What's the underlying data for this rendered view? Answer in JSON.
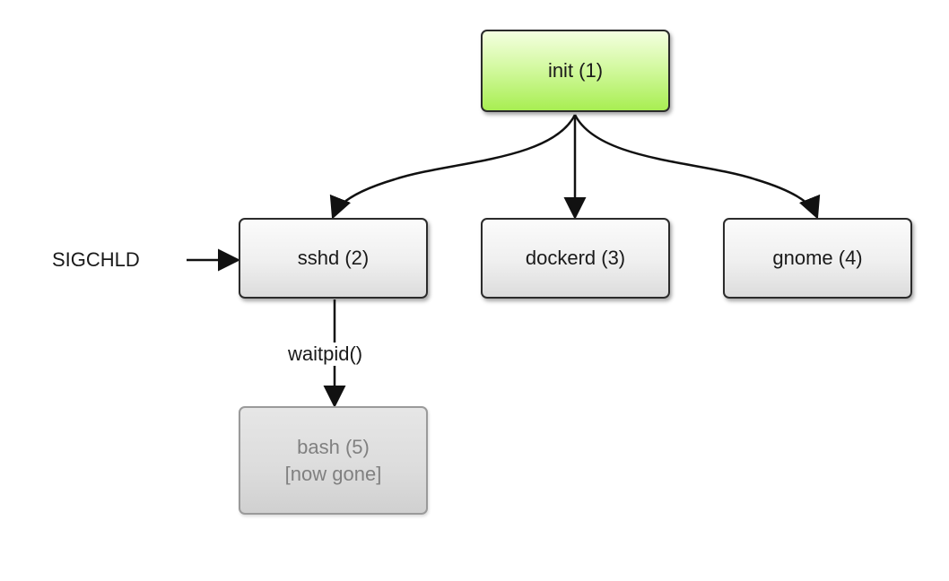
{
  "nodes": {
    "init": {
      "label": "init (1)"
    },
    "sshd": {
      "label": "sshd (2)"
    },
    "dockerd": {
      "label": "dockerd (3)"
    },
    "gnome": {
      "label": "gnome (4)"
    },
    "bash": {
      "line1": "bash (5)",
      "line2": "[now gone]"
    }
  },
  "labels": {
    "signal": "SIGCHLD",
    "syscall": "waitpid()"
  },
  "colors": {
    "root_fill": "#c4f47d",
    "node_fill": "#eeeeee",
    "gone_fill": "#dcdcdc",
    "gone_text": "#808080",
    "edge": "#111111"
  }
}
